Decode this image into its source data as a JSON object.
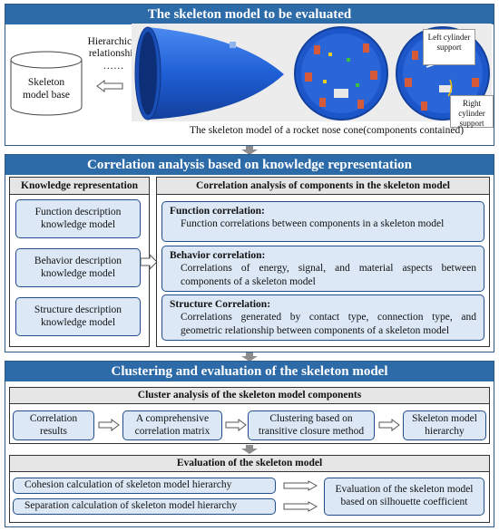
{
  "sec1": {
    "title": "The skeleton model to be evaluated",
    "relation": "Hierarchical relationship",
    "dots": "……",
    "base": "Skeleton model base",
    "caption": "The skeleton model of a rocket nose cone(components contained)",
    "left_support": "Left cylinder support",
    "right_support": "Right cylinder support"
  },
  "sec2": {
    "title": "Correlation analysis based on knowledge representation",
    "kr_head": "Knowledge representation",
    "kr_items": [
      "Function description knowledge model",
      "Behavior description knowledge model",
      "Structure description knowledge model"
    ],
    "ca_head": "Correlation analysis of components in the skeleton model",
    "corr": [
      {
        "title": "Function correlation:",
        "desc": "Function correlations between components in a skeleton model"
      },
      {
        "title": "Behavior correlation:",
        "desc": "Correlations of energy, signal, and material aspects between components of a skeleton model"
      },
      {
        "title": "Structure Correlation:",
        "desc": "Correlations generated by contact type, connection type, and geometric relationship between components of a skeleton model"
      }
    ]
  },
  "sec3": {
    "title": "Clustering and evaluation of the skeleton model",
    "cluster_head": "Cluster analysis of the skeleton model components",
    "flow": [
      "Correlation results",
      "A comprehensive correlation matrix",
      "Clustering based on transitive closure method",
      "Skeleton model hierarchy"
    ],
    "eval_head": "Evaluation of the skeleton model",
    "eval_items": [
      "Cohesion calculation of skeleton model hierarchy",
      "Separation calculation of skeleton model hierarchy"
    ],
    "eval_result": "Evaluation of the skeleton model based on silhouette coefficient"
  },
  "colors": {
    "banner": "#2d6aa8",
    "node_fill": "#dce8f6",
    "node_border": "#1f4e8a",
    "cone": "#1f5fd6"
  }
}
